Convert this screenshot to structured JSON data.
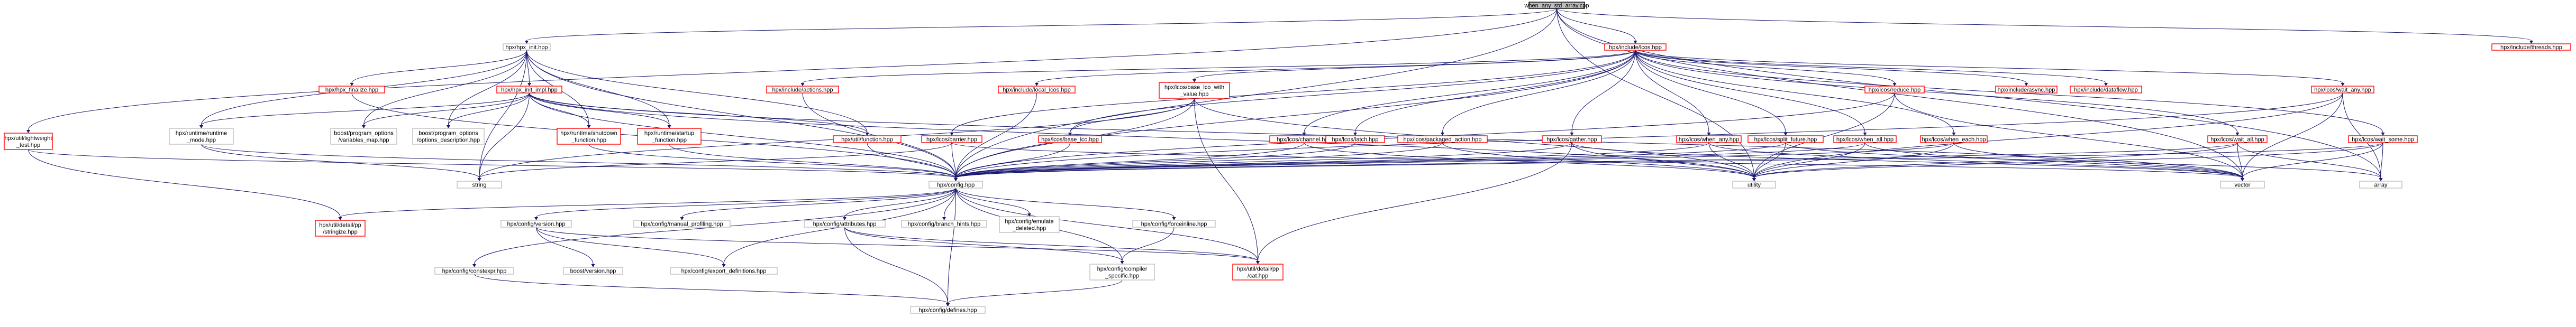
{
  "diagram": {
    "root": "when_any_std_array.cpp",
    "nodes": [
      {
        "id": "root",
        "lines": [
          "when_any_std_array.cpp"
        ],
        "style": "root"
      },
      {
        "id": "hpx_init",
        "lines": [
          "hpx/hpx_init.hpp"
        ],
        "style": "plain"
      },
      {
        "id": "hpx_lcos",
        "lines": [
          "hpx/include/lcos.hpp"
        ],
        "style": "red"
      },
      {
        "id": "threads",
        "lines": [
          "hpx/include/threads.hpp"
        ],
        "style": "red"
      },
      {
        "id": "lightweight_test",
        "lines": [
          "hpx/util/lightweight",
          "_test.hpp"
        ],
        "style": "red"
      },
      {
        "id": "hpx_finalize",
        "lines": [
          "hpx/hpx_finalize.hpp"
        ],
        "style": "red"
      },
      {
        "id": "hpx_init_impl",
        "lines": [
          "hpx/hpx_init_impl.hpp"
        ],
        "style": "red"
      },
      {
        "id": "runtime_mode",
        "lines": [
          "hpx/runtime/runtime",
          "_mode.hpp"
        ],
        "style": "plain"
      },
      {
        "id": "variables_map",
        "lines": [
          "boost/program_options",
          "/variables_map.hpp"
        ],
        "style": "plain"
      },
      {
        "id": "options_description",
        "lines": [
          "boost/program_options",
          "/options_description.hpp"
        ],
        "style": "plain"
      },
      {
        "id": "shutdown_function",
        "lines": [
          "hpx/runtime/shutdown",
          "_function.hpp"
        ],
        "style": "red"
      },
      {
        "id": "startup_function",
        "lines": [
          "hpx/runtime/startup",
          "_function.hpp"
        ],
        "style": "red"
      },
      {
        "id": "function",
        "lines": [
          "hpx/util/function.hpp"
        ],
        "style": "red"
      },
      {
        "id": "actions",
        "lines": [
          "hpx/include/actions.hpp"
        ],
        "style": "red"
      },
      {
        "id": "local_lcos",
        "lines": [
          "hpx/include/local_lcos.hpp"
        ],
        "style": "red"
      },
      {
        "id": "base_lco_with_value",
        "lines": [
          "hpx/lcos/base_lco_with",
          "_value.hpp"
        ],
        "style": "red"
      },
      {
        "id": "barrier",
        "lines": [
          "hpx/lcos/barrier.hpp"
        ],
        "style": "red"
      },
      {
        "id": "base_lco",
        "lines": [
          "hpx/lcos/base_lco.hpp"
        ],
        "style": "red"
      },
      {
        "id": "channel",
        "lines": [
          "hpx/lcos/channel.hpp"
        ],
        "style": "red"
      },
      {
        "id": "latch",
        "lines": [
          "hpx/lcos/latch.hpp"
        ],
        "style": "red"
      },
      {
        "id": "packaged_action",
        "lines": [
          "hpx/lcos/packaged_action.hpp"
        ],
        "style": "red"
      },
      {
        "id": "gather",
        "lines": [
          "hpx/lcos/gather.hpp"
        ],
        "style": "red"
      },
      {
        "id": "reduce",
        "lines": [
          "hpx/lcos/reduce.hpp"
        ],
        "style": "red"
      },
      {
        "id": "when_any",
        "lines": [
          "hpx/lcos/when_any.hpp"
        ],
        "style": "red"
      },
      {
        "id": "split_future",
        "lines": [
          "hpx/lcos/split_future.hpp"
        ],
        "style": "red"
      },
      {
        "id": "when_all",
        "lines": [
          "hpx/lcos/when_all.hpp"
        ],
        "style": "red"
      },
      {
        "id": "async",
        "lines": [
          "hpx/include/async.hpp"
        ],
        "style": "red"
      },
      {
        "id": "dataflow",
        "lines": [
          "hpx/include/dataflow.hpp"
        ],
        "style": "red"
      },
      {
        "id": "when_each",
        "lines": [
          "hpx/lcos/when_each.hpp"
        ],
        "style": "red"
      },
      {
        "id": "wait_any",
        "lines": [
          "hpx/lcos/wait_any.hpp"
        ],
        "style": "red"
      },
      {
        "id": "wait_all",
        "lines": [
          "hpx/lcos/wait_all.hpp"
        ],
        "style": "red"
      },
      {
        "id": "wait_some",
        "lines": [
          "hpx/lcos/wait_some.hpp"
        ],
        "style": "red"
      },
      {
        "id": "string",
        "lines": [
          "string"
        ],
        "style": "plain"
      },
      {
        "id": "config",
        "lines": [
          "hpx/config.hpp"
        ],
        "style": "plain"
      },
      {
        "id": "utility",
        "lines": [
          "utility"
        ],
        "style": "plain"
      },
      {
        "id": "vector",
        "lines": [
          "vector"
        ],
        "style": "plain"
      },
      {
        "id": "array",
        "lines": [
          "array"
        ],
        "style": "plain"
      },
      {
        "id": "stringize",
        "lines": [
          "hpx/util/detail/pp",
          "/stringize.hpp"
        ],
        "style": "red"
      },
      {
        "id": "config_version",
        "lines": [
          "hpx/config/version.hpp"
        ],
        "style": "plain"
      },
      {
        "id": "manual_profiling",
        "lines": [
          "hpx/config/manual_profiling.hpp"
        ],
        "style": "plain"
      },
      {
        "id": "attributes",
        "lines": [
          "hpx/config/attributes.hpp"
        ],
        "style": "plain"
      },
      {
        "id": "branch_hints",
        "lines": [
          "hpx/config/branch_hints.hpp"
        ],
        "style": "plain"
      },
      {
        "id": "emulate_deleted",
        "lines": [
          "hpx/config/emulate",
          "_deleted.hpp"
        ],
        "style": "plain"
      },
      {
        "id": "forceinline",
        "lines": [
          "hpx/config/forceinline.hpp"
        ],
        "style": "plain"
      },
      {
        "id": "constexpr",
        "lines": [
          "hpx/config/constexpr.hpp"
        ],
        "style": "plain"
      },
      {
        "id": "boost_version",
        "lines": [
          "boost/version.hpp"
        ],
        "style": "plain"
      },
      {
        "id": "export_definitions",
        "lines": [
          "hpx/config/export_definitions.hpp"
        ],
        "style": "plain"
      },
      {
        "id": "compiler_specific",
        "lines": [
          "hpx/config/compiler",
          "_specific.hpp"
        ],
        "style": "plain"
      },
      {
        "id": "cat",
        "lines": [
          "hpx/util/detail/pp",
          "/cat.hpp"
        ],
        "style": "red"
      },
      {
        "id": "defines",
        "lines": [
          "hpx/config/defines.hpp"
        ],
        "style": "plain"
      }
    ]
  }
}
